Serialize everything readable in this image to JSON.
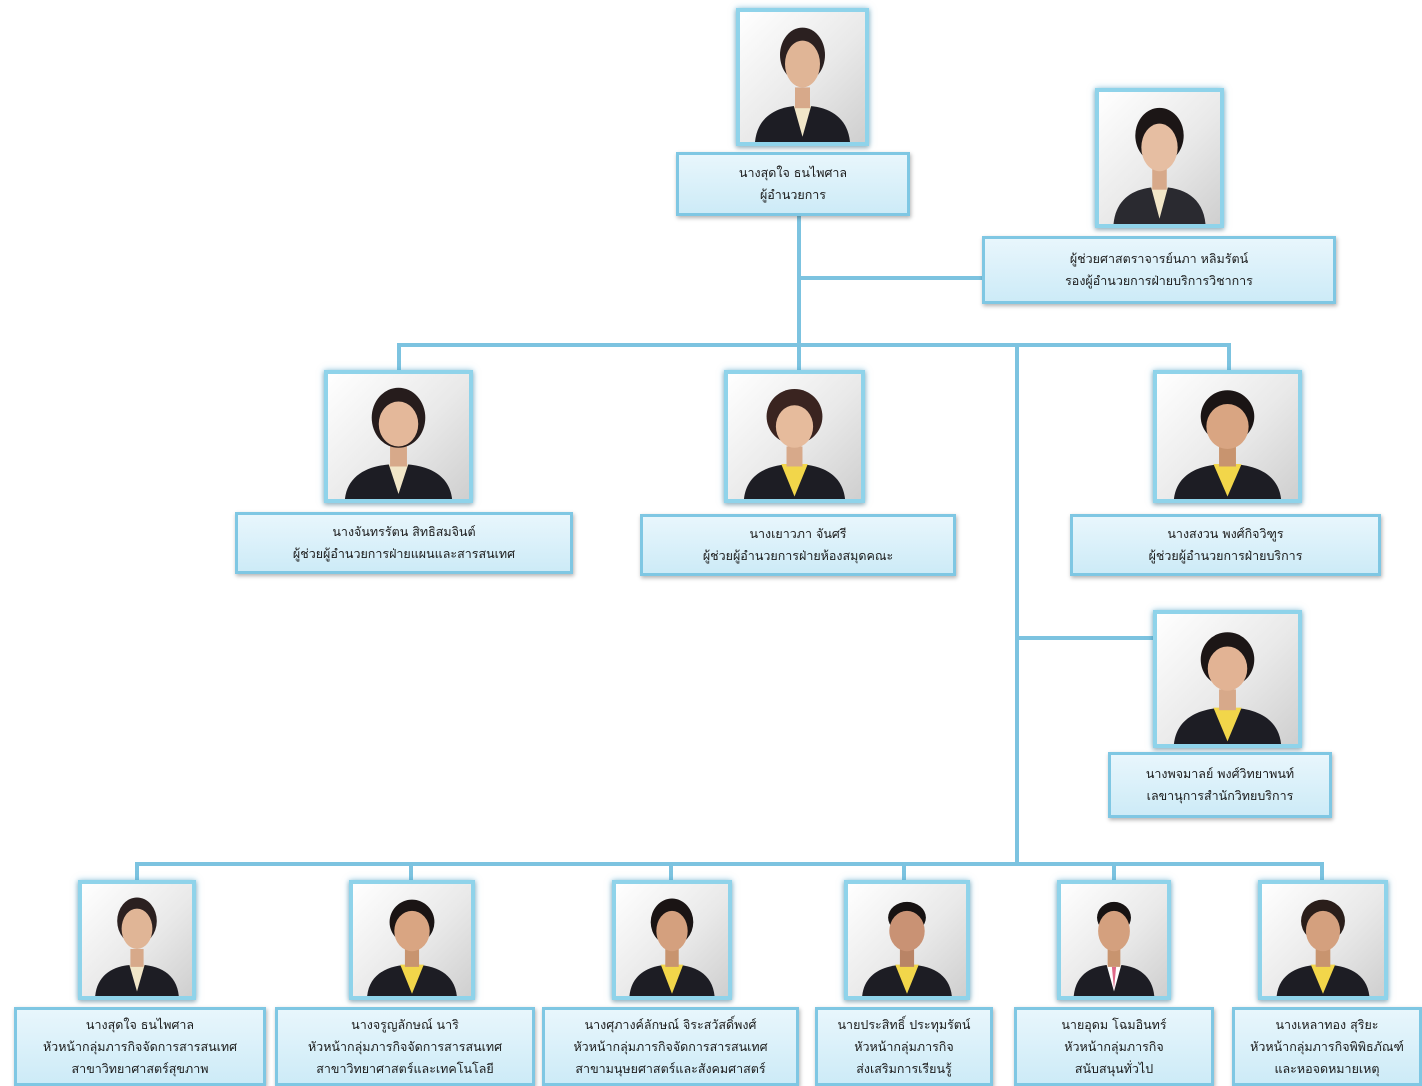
{
  "people": {
    "director": {
      "name": "นางสุดใจ ธนไพศาล",
      "role": "ผู้อำนวยการ"
    },
    "deputy": {
      "name": "ผู้ช่วยศาสตราจารย์นภา หลิมรัตน์",
      "role": "รองผู้อำนวยการฝ่ายบริการวิชาการ"
    },
    "asst_plan": {
      "name": "นางจันทรรัตน สิทธิสมจินต์",
      "role": "ผู้ช่วยผู้อำนวยการฝ่ายแผนและสารสนเทศ"
    },
    "asst_lib": {
      "name": "นางเยาวภา จันศรี",
      "role": "ผู้ช่วยผู้อำนวยการฝ่ายห้องสมุดคณะ"
    },
    "asst_serv": {
      "name": "นางสงวน พงศ์กิจวิฑูร",
      "role": "ผู้ช่วยผู้อำนวยการฝ่ายบริการ"
    },
    "secretary": {
      "name": "นางพจมาลย์ พงศ์วิทยาพนท์",
      "role": "เลขานุการสำนักวิทยบริการ"
    },
    "head_health": {
      "name": "นางสุดใจ ธนไพศาล",
      "role": "หัวหน้ากลุ่มภารกิจจัดการสารสนเทศ",
      "sub": "สาขาวิทยาศาสตร์สุขภาพ"
    },
    "head_sci": {
      "name": "นางจรูญลักษณ์ นาริ",
      "role": "หัวหน้ากลุ่มภารกิจจัดการสารสนเทศ",
      "sub": "สาขาวิทยาศาสตร์และเทคโนโลยี"
    },
    "head_hum": {
      "name": "นางศุภางค์ลักษณ์ จิระสวัสดิ์พงศ์",
      "role": "หัวหน้ากลุ่มภารกิจจัดการสารสนเทศ",
      "sub": "สาขามนุษยศาสตร์และสังคมศาสตร์"
    },
    "head_learn": {
      "name": "นายประสิทธิ์ ประทุมรัตน์",
      "role": "หัวหน้ากลุ่มภารกิจ",
      "sub": "ส่งเสริมการเรียนรู้"
    },
    "head_supp": {
      "name": "นายอุดม โฉมอินทร์",
      "role": "หัวหน้ากลุ่มภารกิจ",
      "sub": "สนับสนุนทั่วไป"
    },
    "head_mus": {
      "name": "นางเหลาทอง สุริยะ",
      "role": "หัวหน้ากลุ่มภารกิจพิพิธภัณฑ์",
      "sub": "และหอจดหมายเหตุ"
    }
  },
  "colors": {
    "connector": "#7cc3e0",
    "border": "#7fc7e3",
    "suit_dark": "#1d1d24",
    "uniform_yellow": "#f2d64a"
  }
}
